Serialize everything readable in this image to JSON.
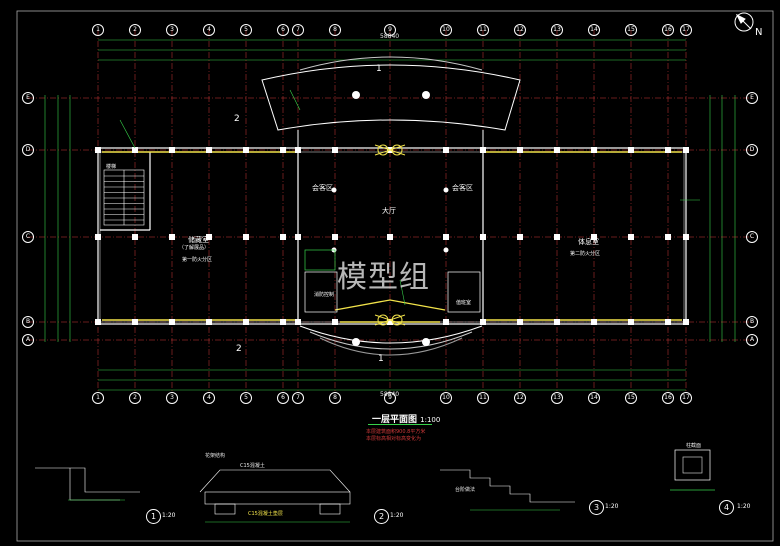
{
  "plan": {
    "title": "一层平面图",
    "scale": "1:100",
    "north_label": "N",
    "watermark": "模型组",
    "total_width": "58840",
    "section_top": "1",
    "section_left": "2",
    "section_bottom": "1",
    "section_bottom_left": "2",
    "note_1": "本层建筑面积900.8平方米",
    "note_2": "本层标高相对标高变化为",
    "axes_top": [
      "1",
      "2",
      "3",
      "4",
      "5",
      "6",
      "7",
      "8",
      "9",
      "10",
      "11",
      "12",
      "13",
      "14",
      "15",
      "16",
      "17"
    ],
    "axes_side": [
      "E",
      "D",
      "C",
      "B",
      "A"
    ]
  },
  "rooms": {
    "hall": "大厅",
    "reception_left": "会客区",
    "reception_right": "会客区",
    "exhibition": "储藏室",
    "exhibition_sub": "（了解展品）",
    "fire_zone_1": "第一防火分区",
    "gym": "体息室",
    "fire_zone_2": "第二防火分区",
    "office_left": "消防控制",
    "office_right": "值班室",
    "stair": "楼梯"
  },
  "details": [
    {
      "number": "1",
      "scale": "1:20"
    },
    {
      "number": "2",
      "scale": "1:20",
      "label_left": "花架结构",
      "label_center": "C15混凝土",
      "label_bottom": "C15混凝土垫层"
    },
    {
      "number": "3",
      "scale": "1:20",
      "label": "台阶做法"
    },
    {
      "number": "4",
      "scale": "1:20",
      "label": "柱截面"
    }
  ]
}
